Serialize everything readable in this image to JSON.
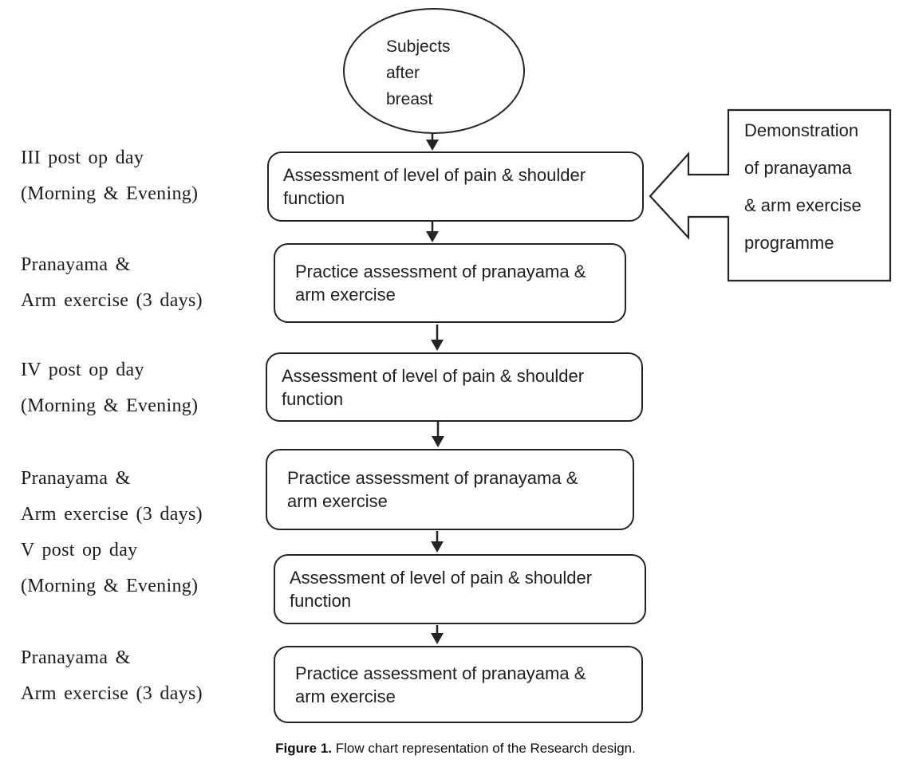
{
  "colors": {
    "background": "#ffffff",
    "stroke": "#242424",
    "text": "#1f1f1f"
  },
  "start_ellipse": {
    "line1": "Subjects",
    "line2": "after",
    "line3": "breast"
  },
  "side_labels": [
    {
      "line1": "III post op day",
      "line2": "(Morning & Evening)"
    },
    {
      "line1": "Pranayama &",
      "line2": "Arm exercise (3 days)"
    },
    {
      "line1": "IV post op day",
      "line2": "(Morning & Evening)"
    },
    {
      "line1": "Pranayama &",
      "line2": "Arm exercise (3 days)"
    },
    {
      "line1": "V post op day",
      "line2": "(Morning & Evening)"
    },
    {
      "line1": "Pranayama &",
      "line2": "Arm exercise (3 days)"
    }
  ],
  "flow_boxes": [
    {
      "line1": "Assessment of level of pain & shoulder",
      "line2": "function"
    },
    {
      "line1": "Practice assessment of pranayama &",
      "line2": "arm exercise"
    },
    {
      "line1": "Assessment of level of pain & shoulder",
      "line2": "function"
    },
    {
      "line1": "Practice assessment of pranayama &",
      "line2": "arm exercise"
    },
    {
      "line1": "Assessment of level of pain & shoulder",
      "line2": "function"
    },
    {
      "line1": "Practice assessment of pranayama &",
      "line2": "arm exercise"
    }
  ],
  "demo_box": {
    "line1": "Demonstration",
    "line2": "of pranayama",
    "line3": "& arm exercise",
    "line4": "programme"
  },
  "caption": {
    "label": "Figure 1.",
    "text": " Flow chart representation of the Research design."
  }
}
